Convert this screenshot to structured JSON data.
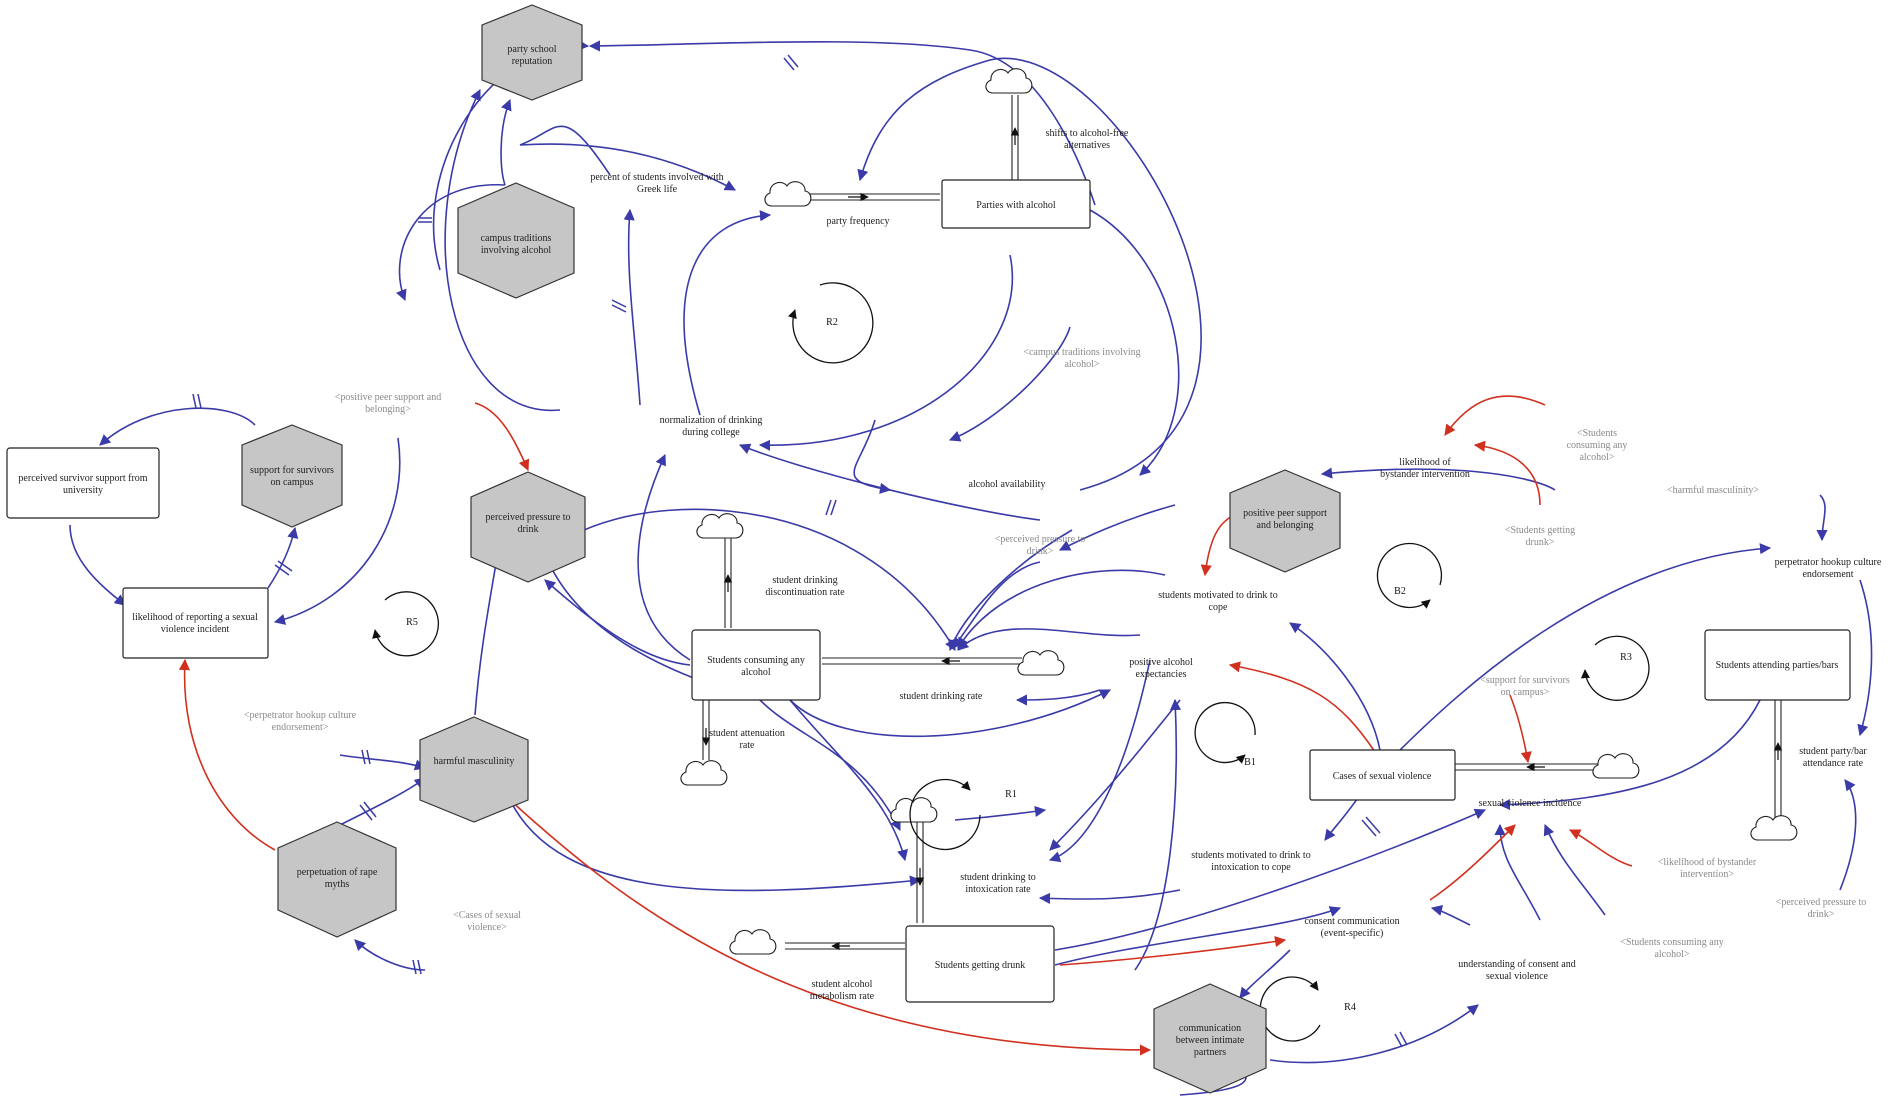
{
  "stocks": {
    "parties_with_alcohol": "Parties with alcohol",
    "students_consuming": [
      "Students consuming any",
      "alcohol"
    ],
    "students_getting_drunk": "Students getting drunk",
    "cases_sexual_violence": "Cases of sexual violence",
    "students_attending_parties": "Students attending parties/bars",
    "perceived_survivor_support": [
      "perceived survivor support from",
      "university"
    ],
    "likelihood_reporting": [
      "likelihood of reporting a sexual",
      "violence incident"
    ]
  },
  "hexagons": {
    "party_school_reputation": [
      "party school",
      "reputation"
    ],
    "campus_traditions": [
      "campus traditions",
      "involving alcohol"
    ],
    "support_for_survivors": [
      "support for survivors",
      "on campus"
    ],
    "perceived_pressure": [
      "perceived pressure to",
      "drink"
    ],
    "harmful_masculinity": [
      "harmful masculinity"
    ],
    "perpetuation_rape_myths": [
      "perpetuation of rape",
      "myths"
    ],
    "positive_peer_support": [
      "positive peer support",
      "and belonging"
    ],
    "communication_intimate": [
      "communication",
      "between intimate",
      "partners"
    ]
  },
  "variables": {
    "percent_greek": [
      "percent of students involved with",
      "Greek life"
    ],
    "party_frequency": [
      "party frequency"
    ],
    "shifts_alcohol_free": [
      "shifts to alcohol-free",
      "alternatives"
    ],
    "normalization": [
      "normalization of drinking",
      "during college"
    ],
    "alcohol_availability": [
      "alcohol availability"
    ],
    "student_drinking_discontinuation": [
      "student drinking",
      "discontinuation rate"
    ],
    "student_drinking_rate": [
      "student drinking rate"
    ],
    "student_attenuation": [
      "student attenuation",
      "rate"
    ],
    "student_drinking_intoxication": [
      "student drinking to",
      "intoxication rate"
    ],
    "student_alcohol_metabolism": [
      "student alcohol",
      "metabolism rate"
    ],
    "positive_alcohol_expectancies": [
      "positive alcohol",
      "expectancies"
    ],
    "motivated_cope": [
      "students motivated to drink to",
      "cope"
    ],
    "motivated_intoxication_cope": [
      "students motivated to drink to",
      "intoxication to cope"
    ],
    "likelihood_bystander": [
      "likelihood of",
      "bystander intervention"
    ],
    "perpetrator_hookup": [
      "perpetrator hookup culture",
      "endorsement"
    ],
    "sexual_violence_incidence": [
      "sexual violence incidence"
    ],
    "student_party_attendance": [
      "student party/bar",
      "attendance rate"
    ],
    "consent_communication": [
      "consent communication",
      "(event-specific)"
    ],
    "understanding_consent": [
      "understanding of consent and",
      "sexual violence"
    ]
  },
  "shadow_variables": {
    "sv_campus_traditions": [
      "<campus traditions involving",
      "alcohol>"
    ],
    "sv_positive_peer": [
      "<positive peer support and",
      "belonging>"
    ],
    "sv_perceived_pressure": [
      "<perceived pressure to",
      "drink>"
    ],
    "sv_students_consuming_top": [
      "<Students",
      "consuming any",
      "alcohol>"
    ],
    "sv_students_drunk": [
      "<Students getting",
      "drunk>"
    ],
    "sv_harmful_masculinity": [
      "<harmful masculinity>"
    ],
    "sv_support_survivors": [
      "<support for survivors",
      "on campus>"
    ],
    "sv_perpetrator_hookup": [
      "<perpetrator hookup culture",
      "endorsement>"
    ],
    "sv_cases_sexual_violence": [
      "<Cases of sexual",
      "violence>"
    ],
    "sv_likelihood_bystander": [
      "<likelihood of bystander",
      "intervention>"
    ],
    "sv_students_consuming_bottom": [
      "<Students consuming any",
      "alcohol>"
    ],
    "sv_perceived_pressure_right": [
      "<perceived pressure to",
      "drink>"
    ]
  },
  "loops": {
    "R1": "R1",
    "R2": "R2",
    "R3": "R3",
    "R4": "R4",
    "R5": "R5",
    "B1": "B1",
    "B2": "B2"
  },
  "colors": {
    "positive_link": "#3a3aa8",
    "negative_link": "#d2301e",
    "hexagon_fill": "#c6c6c6",
    "shadow_text": "#8a8a8a"
  }
}
